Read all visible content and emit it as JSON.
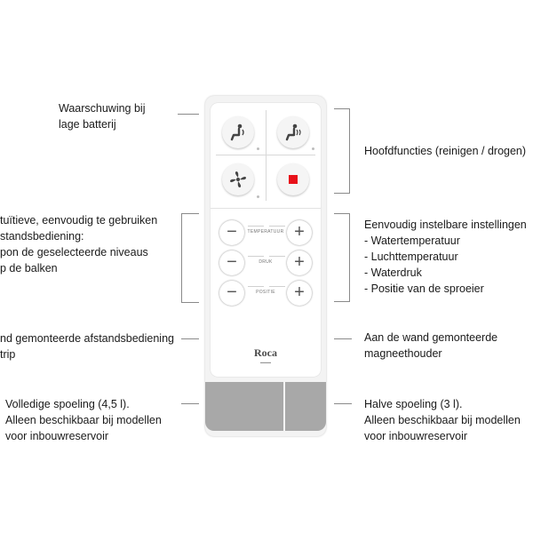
{
  "annotations": {
    "battery_warning": [
      "Waarschuwing bij",
      "lage batterij"
    ],
    "main_functions": "Hoofdfuncties (reinigen / drogen)",
    "intuitive": [
      "tuïtieve, eenvoudig te gebruiken",
      "standsbediening:",
      "pon de geselecteerde niveaus",
      "p de balken"
    ],
    "settings_title": "Eenvoudig instelbare instellingen",
    "settings_items": [
      "- Watertemperatuur",
      "- Luchttemperatuur",
      "- Waterdruk",
      "- Positie van de sproeier"
    ],
    "wall_remote": [
      "nd gemonteerde afstandsbediening",
      "trip"
    ],
    "magnet_holder": [
      "Aan de wand gemonteerde",
      "magneethouder"
    ],
    "full_flush": [
      "Volledige spoeling (4,5 l).",
      "Alleen beschikbaar bij modellen",
      "voor inbouwreservoir"
    ],
    "half_flush": [
      "Halve spoeling (3 l).",
      "Alleen beschikbaar bij modellen",
      "voor inbouwreservoir"
    ]
  },
  "remote": {
    "icons": [
      "rear-wash-icon",
      "front-wash-icon",
      "dryer-fan-icon",
      "stop-icon"
    ],
    "stop_color": "#e8101a",
    "rows": [
      {
        "label": "TEMPERATUUR",
        "minus": "−",
        "plus": "+"
      },
      {
        "label": "DRUK",
        "minus": "−",
        "plus": "+"
      },
      {
        "label": "POSITIE",
        "minus": "−",
        "plus": "+"
      }
    ],
    "brand": "Roca"
  }
}
